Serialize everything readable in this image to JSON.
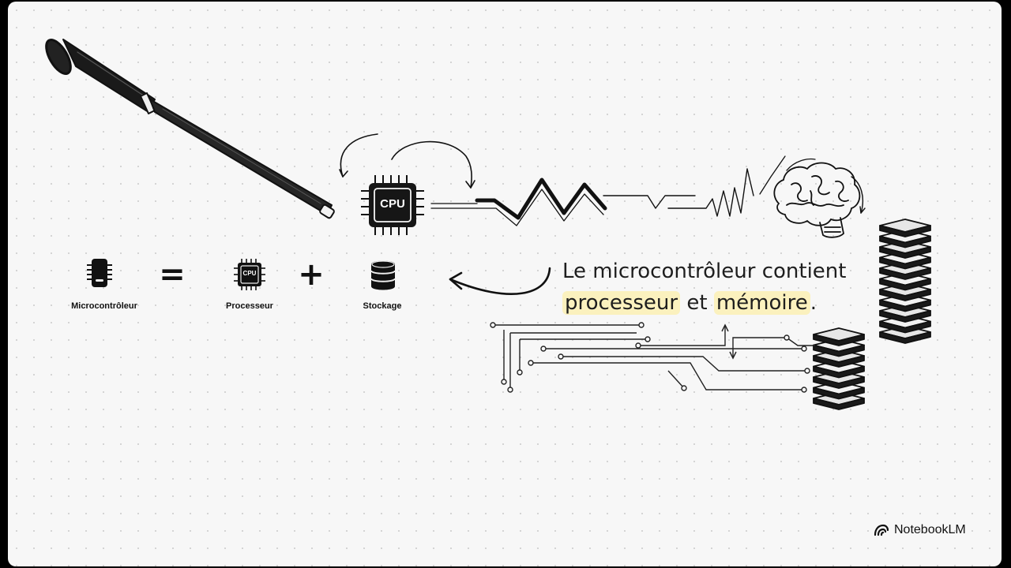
{
  "equation": {
    "microcontroller_label": "Microcontrôleur",
    "equals_sign": "=",
    "processor_label": "Processeur",
    "plus_sign": "+",
    "storage_label": "Stockage"
  },
  "chip": {
    "label": "CPU",
    "small_label": "CPU"
  },
  "statement": {
    "part1": "Le microcontrôleur contient",
    "highlight1": "processeur",
    "middle": "et",
    "highlight2": "mémoire",
    "end": "."
  },
  "brand": {
    "name": "NotebookLM",
    "icon": "notebooklm-logo-icon"
  },
  "colors": {
    "highlight": "#fbf1be",
    "ink": "#111111",
    "background": "#f7f7f7"
  }
}
